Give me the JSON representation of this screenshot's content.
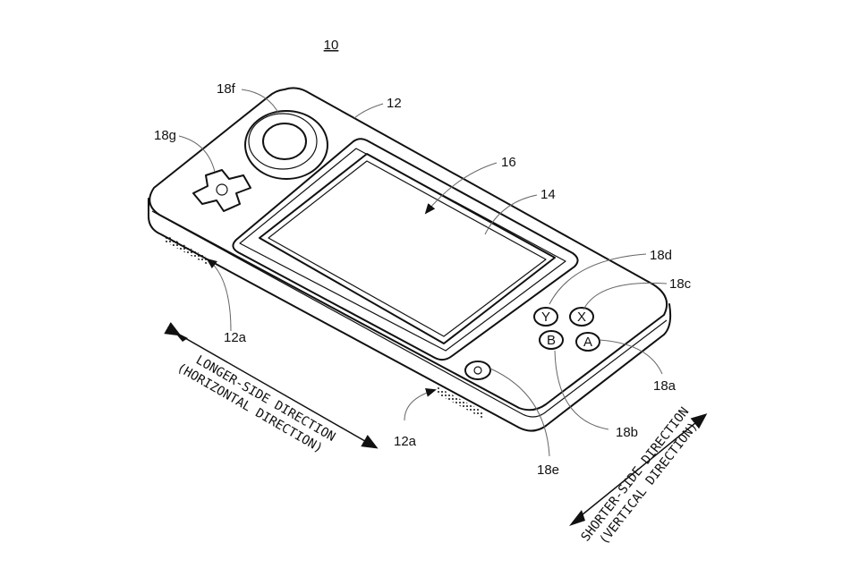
{
  "figure": {
    "ref_device": "10",
    "labels": {
      "housing": "12",
      "speaker_left": "12a",
      "speaker_bottom": "12a",
      "display_panel": "14",
      "screen": "16",
      "button_a": "18a",
      "button_b": "18b",
      "button_x": "18c",
      "button_y": "18d",
      "home_button": "18e",
      "analog_stick": "18f",
      "dpad": "18g"
    },
    "button_glyphs": {
      "y": "Y",
      "x": "X",
      "b": "B",
      "a": "A"
    },
    "directions": {
      "longer_line1": "LONGER-SIDE DIRECTION",
      "longer_line2": "(HORIZONTAL DIRECTION)",
      "shorter_line1": "SHORTER-SIDE DIRECTION",
      "shorter_line2": "(VERTICAL DIRECTION)"
    }
  }
}
